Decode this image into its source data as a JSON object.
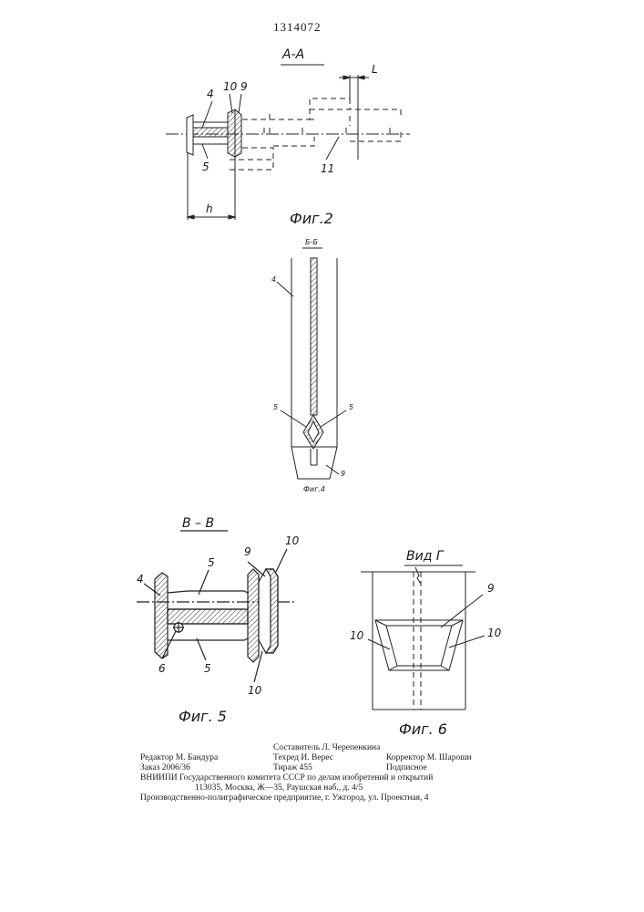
{
  "document": {
    "patent_number": "1314072"
  },
  "figure2": {
    "section_label": "А-А",
    "caption": "Фиг.2",
    "labels": {
      "n4": "4",
      "n10": "10",
      "n9": "9",
      "n5": "5",
      "h": "h",
      "L": "L",
      "n11": "11"
    }
  },
  "figure4": {
    "section_label": "Б-Б",
    "caption": "Фиг.4",
    "labels": {
      "n4": "4",
      "n5a": "5",
      "n5b": "5",
      "n9": "9"
    }
  },
  "figure5": {
    "section_label": "В – В",
    "caption": "Фиг. 5",
    "labels": {
      "n4": "4",
      "n5a": "5",
      "n5b": "5",
      "n6": "6",
      "n9": "9",
      "n10a": "10",
      "n10b": "10"
    }
  },
  "figure6": {
    "view_label": "Вид Г",
    "caption": "Фиг. 6",
    "labels": {
      "n9": "9",
      "n10a": "10",
      "n10b": "10"
    }
  },
  "colophon": {
    "compiler": "Составитель Л. Черепенкина",
    "editor": "Редактор М. Бандура",
    "techred": "Техред И. Верес",
    "corrector": "Корректор М. Шароши",
    "order": "Заказ 2006/36",
    "circulation": "Тираж 455",
    "subscription": "Подписное",
    "institute": "ВНИИПИ Государственного комитета СССР по делам изобретений и открытий",
    "address": "113035, Москва, Ж—35, Раушская наб., д. 4/5",
    "printer": "Производственно-полиграфическое предприятие, г. Ужгород, ул. Проектная, 4"
  }
}
